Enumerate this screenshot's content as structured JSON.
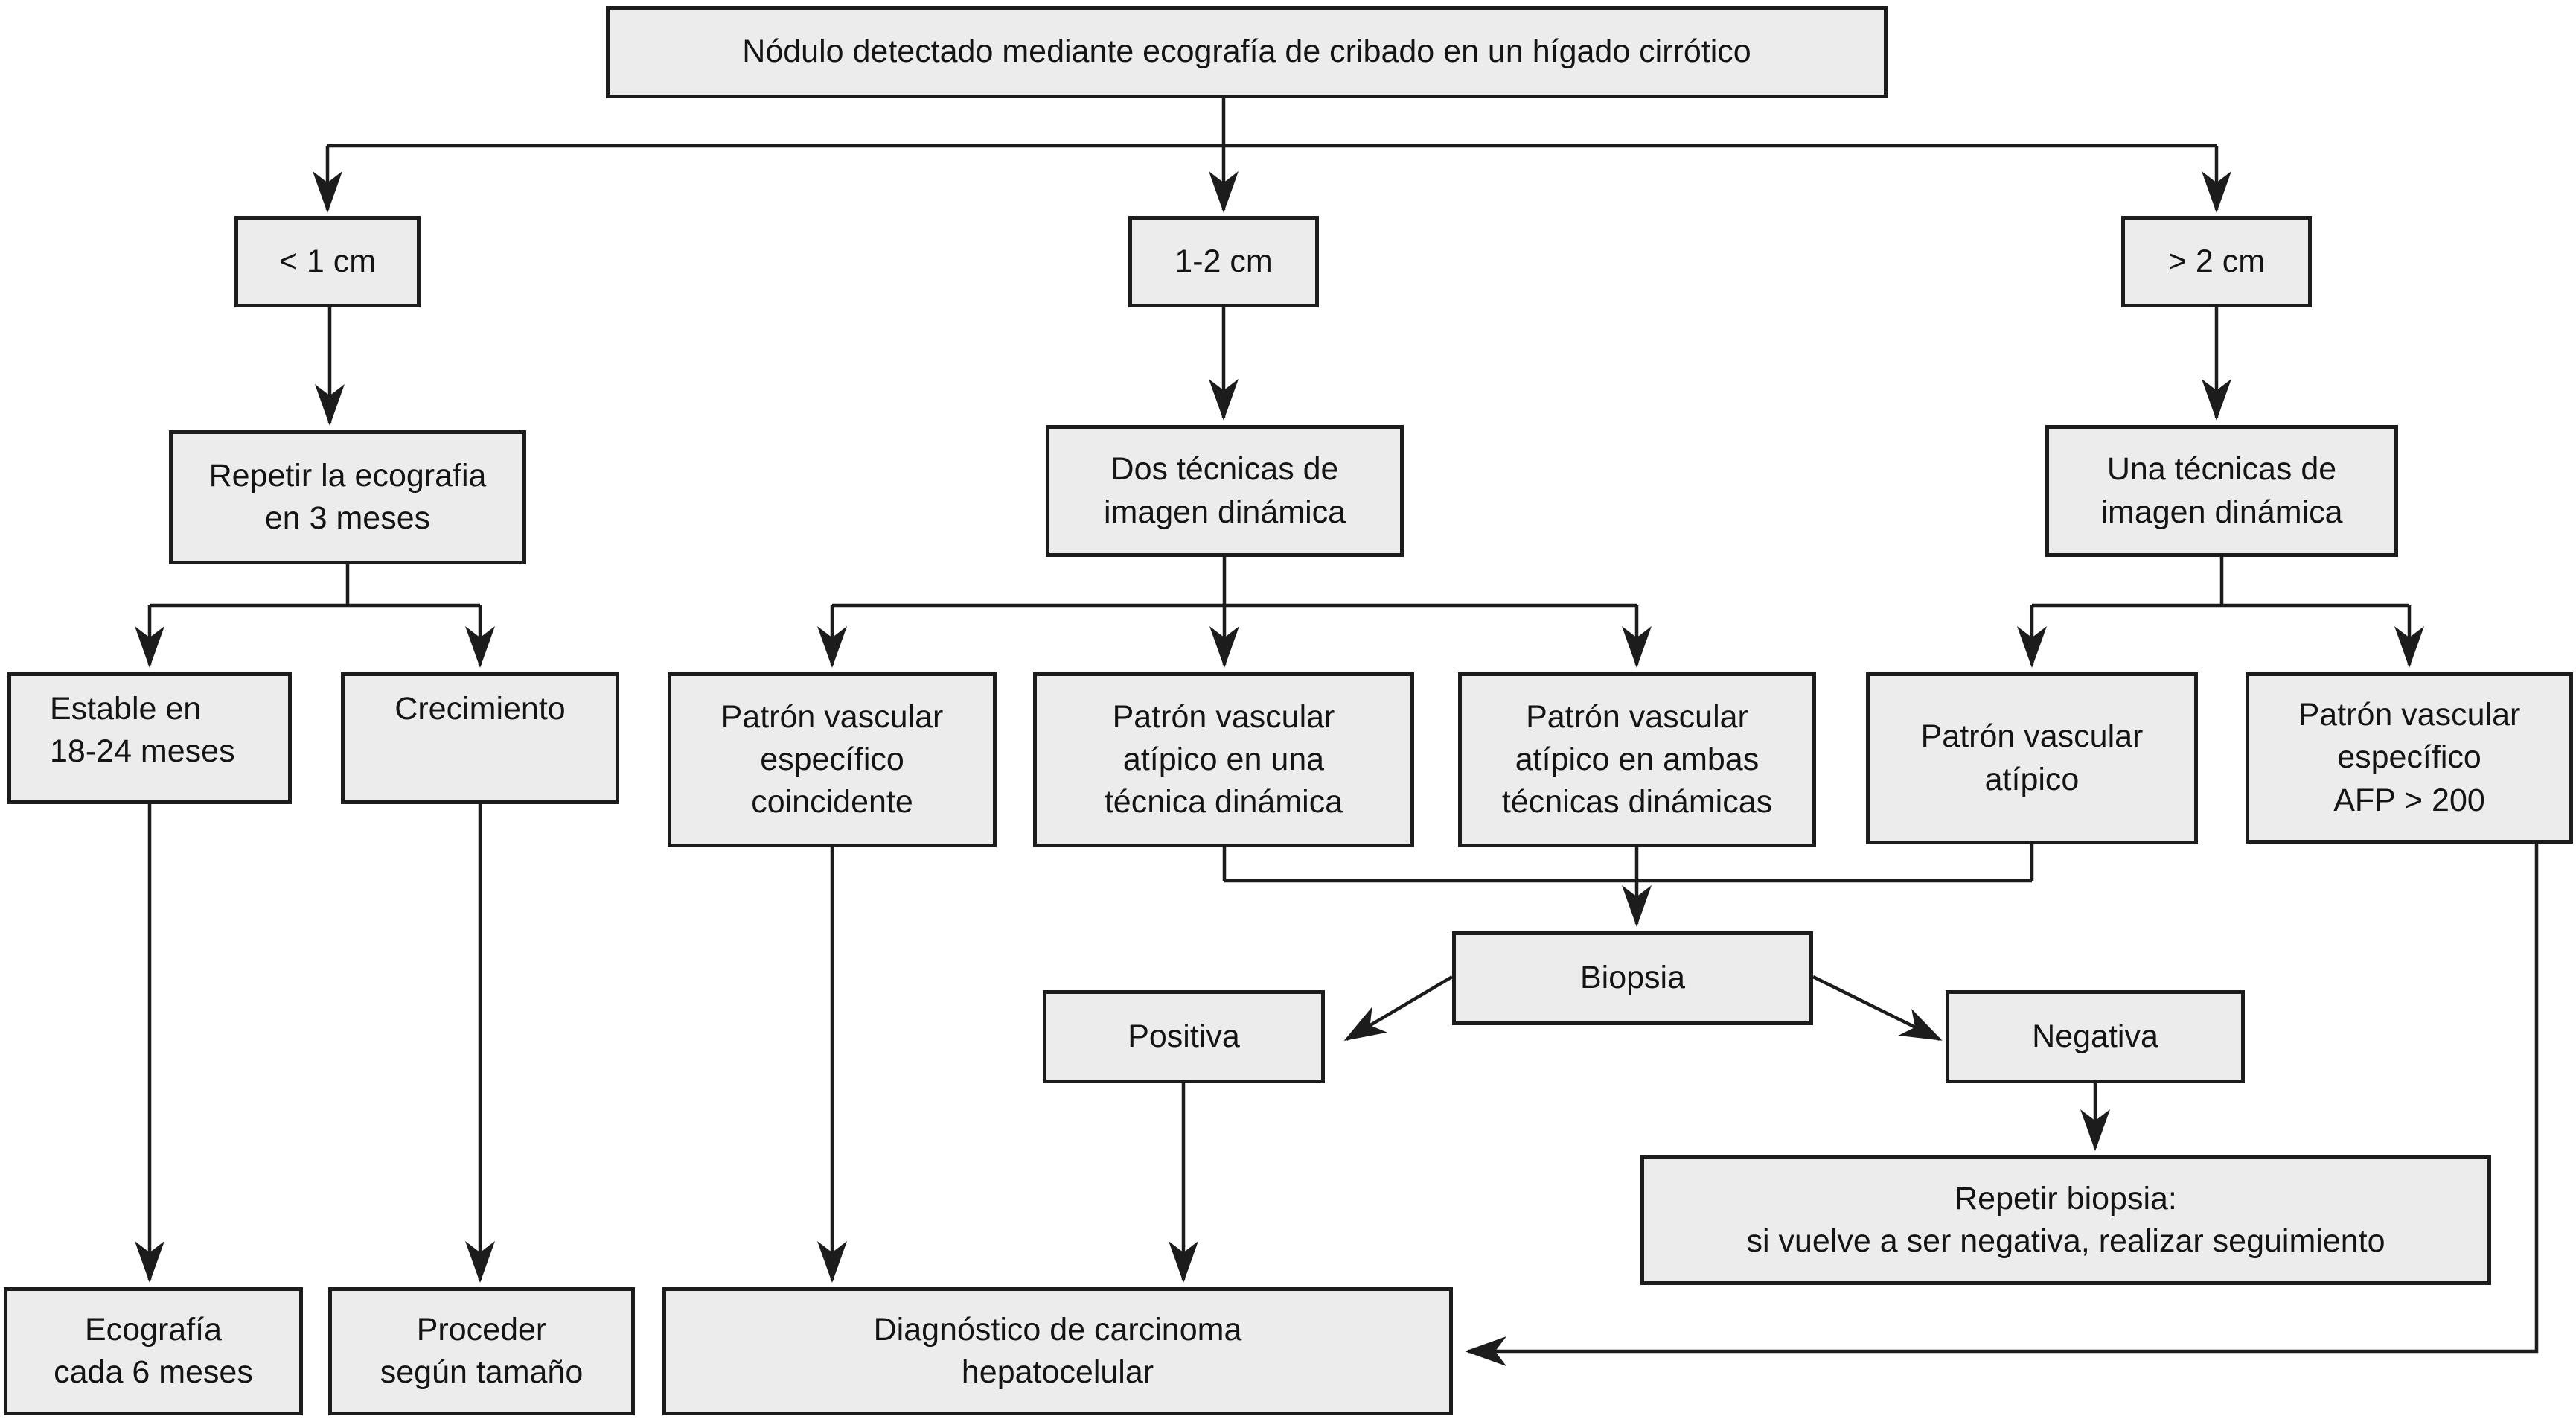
{
  "diagram": {
    "type": "flowchart",
    "language": "es",
    "background_color": "#ffffff",
    "box_fill_color": "#ececec",
    "box_border_color": "#1c1c1c",
    "line_color": "#1c1c1c",
    "text_color": "#141414"
  },
  "nodes": {
    "root": {
      "label": "Nódulo detectado mediante ecografía de cribado en un hígado cirrótico"
    },
    "lt_1cm": {
      "label": "< 1 cm"
    },
    "c_1_2cm": {
      "label": "1-2 cm"
    },
    "gt_2cm": {
      "label": "> 2 cm"
    },
    "repeat_us": {
      "label": "Repetir la ecografia\nen 3 meses"
    },
    "two_dynamic": {
      "label": "Dos técnicas de\nimagen dinámica"
    },
    "one_dynamic": {
      "label": "Una técnicas de\nimagen dinámica"
    },
    "stable": {
      "label": "Estable en\n18-24 meses"
    },
    "growth": {
      "label": "Crecimiento"
    },
    "coincident": {
      "label": "Patrón vascular\nespecífico\ncoincidente"
    },
    "atypical_one": {
      "label": "Patrón vascular\natípico en una\ntécnica dinámica"
    },
    "atypical_both": {
      "label": "Patrón vascular\natípico en ambas\ntécnicas dinámicas"
    },
    "atypical": {
      "label": "Patrón vascular\natípico"
    },
    "specific_afp": {
      "label": "Patrón vascular\nespecífico\nAFP > 200"
    },
    "biopsy": {
      "label": "Biopsia"
    },
    "positive": {
      "label": "Positiva"
    },
    "negative": {
      "label": "Negativa"
    },
    "repeat_biopsy": {
      "label": "Repetir biopsia:\nsi vuelve a ser negativa, realizar seguimiento"
    },
    "us_6m": {
      "label": "Ecografía\ncada 6 meses"
    },
    "proceed": {
      "label": "Proceder\nsegún tamaño"
    },
    "hcc": {
      "label": "Diagnóstico de carcinoma\nhepatocelular"
    }
  },
  "edges": [
    {
      "from": "root",
      "to": "lt_1cm"
    },
    {
      "from": "root",
      "to": "c_1_2cm"
    },
    {
      "from": "root",
      "to": "gt_2cm"
    },
    {
      "from": "lt_1cm",
      "to": "repeat_us"
    },
    {
      "from": "c_1_2cm",
      "to": "two_dynamic"
    },
    {
      "from": "gt_2cm",
      "to": "one_dynamic"
    },
    {
      "from": "repeat_us",
      "to": "stable"
    },
    {
      "from": "repeat_us",
      "to": "growth"
    },
    {
      "from": "two_dynamic",
      "to": "coincident"
    },
    {
      "from": "two_dynamic",
      "to": "atypical_one"
    },
    {
      "from": "two_dynamic",
      "to": "atypical_both"
    },
    {
      "from": "one_dynamic",
      "to": "atypical"
    },
    {
      "from": "one_dynamic",
      "to": "specific_afp"
    },
    {
      "from": "stable",
      "to": "us_6m"
    },
    {
      "from": "growth",
      "to": "proceed"
    },
    {
      "from": "coincident",
      "to": "hcc"
    },
    {
      "from": "atypical_one",
      "to": "biopsy"
    },
    {
      "from": "atypical_both",
      "to": "biopsy"
    },
    {
      "from": "atypical",
      "to": "biopsy"
    },
    {
      "from": "biopsy",
      "to": "positive"
    },
    {
      "from": "biopsy",
      "to": "negative"
    },
    {
      "from": "positive",
      "to": "hcc"
    },
    {
      "from": "negative",
      "to": "repeat_biopsy"
    },
    {
      "from": "specific_afp",
      "to": "hcc"
    }
  ]
}
